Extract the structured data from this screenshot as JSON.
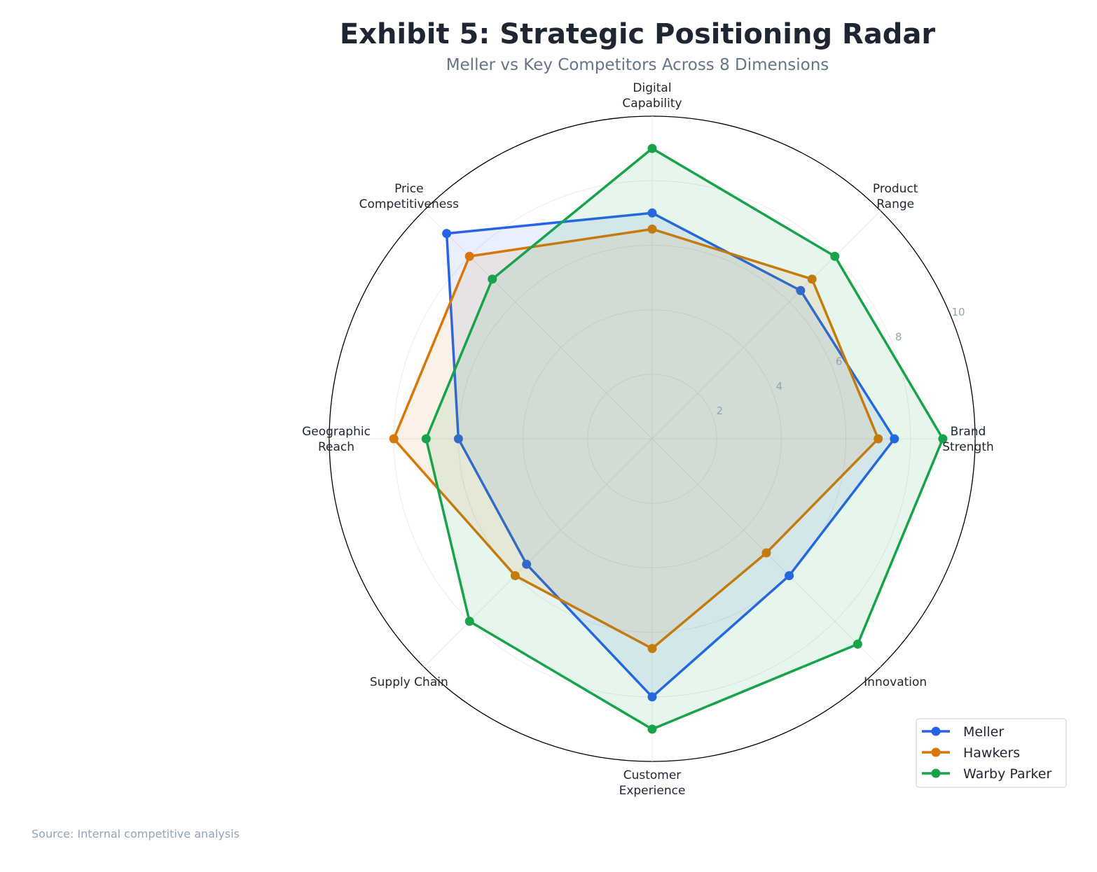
{
  "chart_data": {
    "type": "radar",
    "title": "Exhibit 5: Strategic Positioning Radar",
    "subtitle": "Meller vs Key Competitors Across 8 Dimensions",
    "categories": [
      "Brand\nStrength",
      "Product\nRange",
      "Digital\nCapability",
      "Price\nCompetitiveness",
      "Geographic\nReach",
      "Supply Chain",
      "Customer\nExperience",
      "Innovation"
    ],
    "rlim": [
      0,
      10
    ],
    "rticks": [
      "2",
      "4",
      "6",
      "8",
      "10"
    ],
    "grid": true,
    "legend_position": "bottom-right",
    "series": [
      {
        "name": "Meller",
        "color": "#2563eb",
        "values": [
          7.5,
          6.5,
          7.0,
          9.0,
          6.0,
          5.5,
          8.0,
          6.0
        ]
      },
      {
        "name": "Hawkers",
        "color": "#d97706",
        "values": [
          7.0,
          7.0,
          6.5,
          8.0,
          8.0,
          6.0,
          6.5,
          5.0
        ]
      },
      {
        "name": "Warby Parker",
        "color": "#16a34a",
        "values": [
          9.0,
          8.0,
          9.0,
          7.0,
          7.0,
          8.0,
          9.0,
          9.0
        ]
      }
    ]
  },
  "source": "Source: Internal competitive analysis"
}
